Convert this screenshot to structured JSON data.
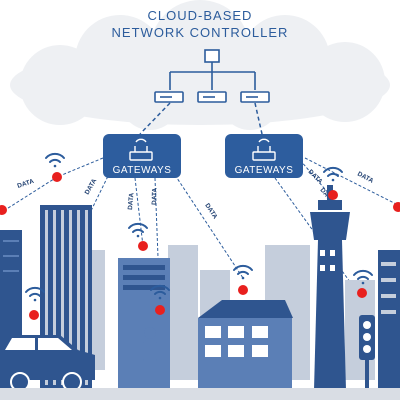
{
  "title": {
    "line1": "CLOUD-BASED",
    "line2": "NETWORK CONTROLLER"
  },
  "gateways": [
    {
      "label": "GATEWAYS",
      "icon": "router-icon"
    },
    {
      "label": "GATEWAYS",
      "icon": "router-icon"
    }
  ],
  "link_label": "DATA",
  "colors": {
    "title": "#2c5c9c",
    "gateway": "#2d5d9e",
    "city_dark": "#2f558f",
    "city_mid": "#5b7fb6",
    "city_light": "#c5cedc",
    "sensor": "#e8201e",
    "cloud": "#eef0f3"
  },
  "icons": [
    "cloud-icon",
    "network-topology-icon",
    "router-icon",
    "wifi-icon",
    "sensor-dot-icon",
    "car-icon",
    "person-icon",
    "traffic-light-icon",
    "tower-icon"
  ]
}
